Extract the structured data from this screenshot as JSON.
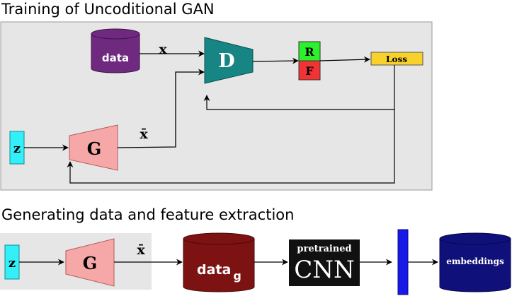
{
  "top_section": {
    "title": "Training of Uncoditional GAN",
    "data_label": "data",
    "x_label": "x",
    "xbar_label": "x̄",
    "discriminator_label": "D",
    "generator_label": "G",
    "z_label": "z",
    "real_label": "R",
    "fake_label": "F",
    "loss_label": "Loss"
  },
  "bottom_section": {
    "title": "Generating data and feature extraction",
    "z_label": "z",
    "generator_label": "G",
    "xbar_label": "x̄",
    "datag_label": "data",
    "datag_subscript": "g",
    "cnn_top_label": "pretrained",
    "cnn_main_label": "CNN",
    "embeddings_label": "embeddings"
  },
  "colors": {
    "panel_bg": "#e6e6e6",
    "data_db": "#6f2a80",
    "discriminator": "#168583",
    "generator": "#f6a8a8",
    "z_box": "#33eff8",
    "real": "#2bf02b",
    "fake": "#f23333",
    "loss": "#f8d22a",
    "datag_db": "#7d1212",
    "cnn_box": "#111111",
    "feature_bar": "#1818e8",
    "embeddings_db": "#10107a"
  }
}
